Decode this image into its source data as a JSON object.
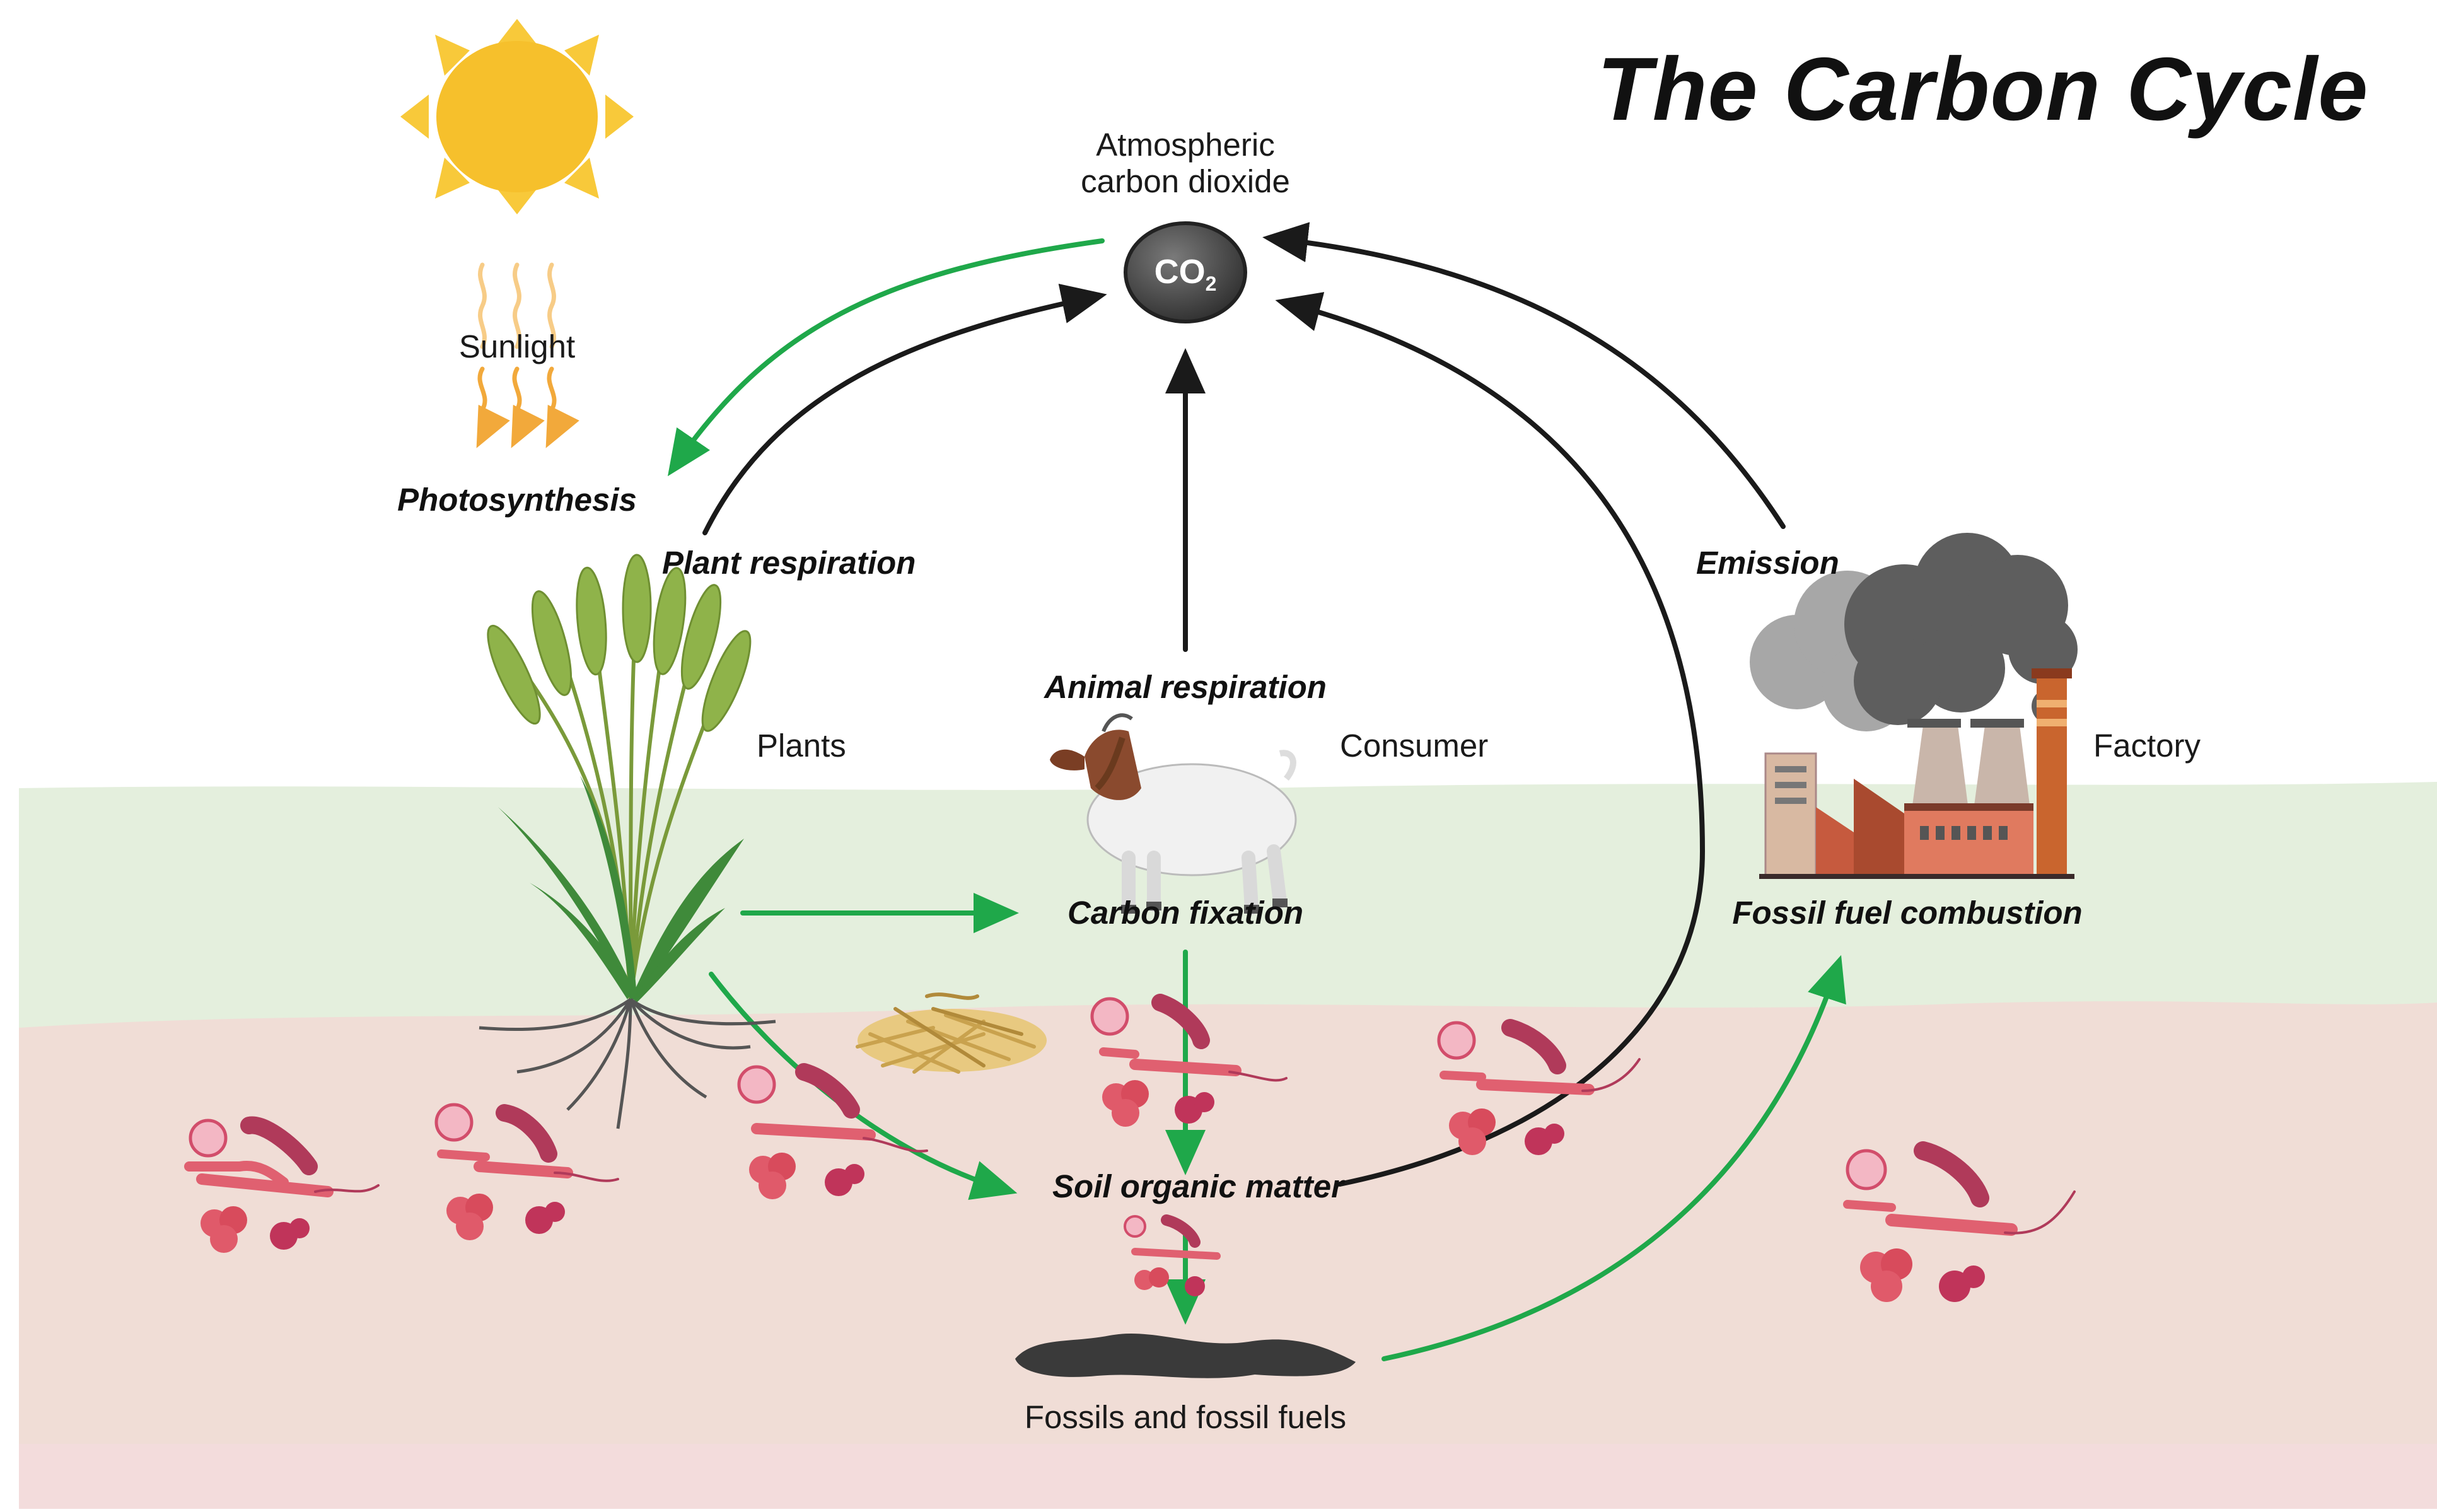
{
  "title": "The Carbon Cycle",
  "labels": {
    "atmospheric_line1": "Atmospheric",
    "atmospheric_line2": "carbon dioxide",
    "co2_main": "CO",
    "co2_sub": "2",
    "sunlight": "Sunlight",
    "photosynthesis": "Photosynthesis",
    "plant_respiration": "Plant respiration",
    "plants": "Plants",
    "animal_respiration": "Animal respiration",
    "consumer": "Consumer",
    "carbon_fixation": "Carbon fixation",
    "emission": "Emission",
    "factory": "Factory",
    "fossil_fuel_combustion": "Fossil fuel combustion",
    "soil_organic_matter": "Soil organic matter",
    "fossils": "Fossils and fossil fuels"
  },
  "colors": {
    "green_arrow": "#1fa84a",
    "black_arrow": "#1a1a1a",
    "sky": "#ffffff",
    "grass_band": "#e4efdd",
    "soil": "#f0ddd6",
    "soil_bottom": "#f3dcdc",
    "sun": "#f6c02c",
    "sun_rays": "#f8c93a",
    "sunlight_waves": "#f2a93b",
    "co2_ball": "#4a4a4a",
    "microbe": "#d24d6b",
    "fossil": "#3a3a3a",
    "smoke": "#7a7a7a"
  }
}
